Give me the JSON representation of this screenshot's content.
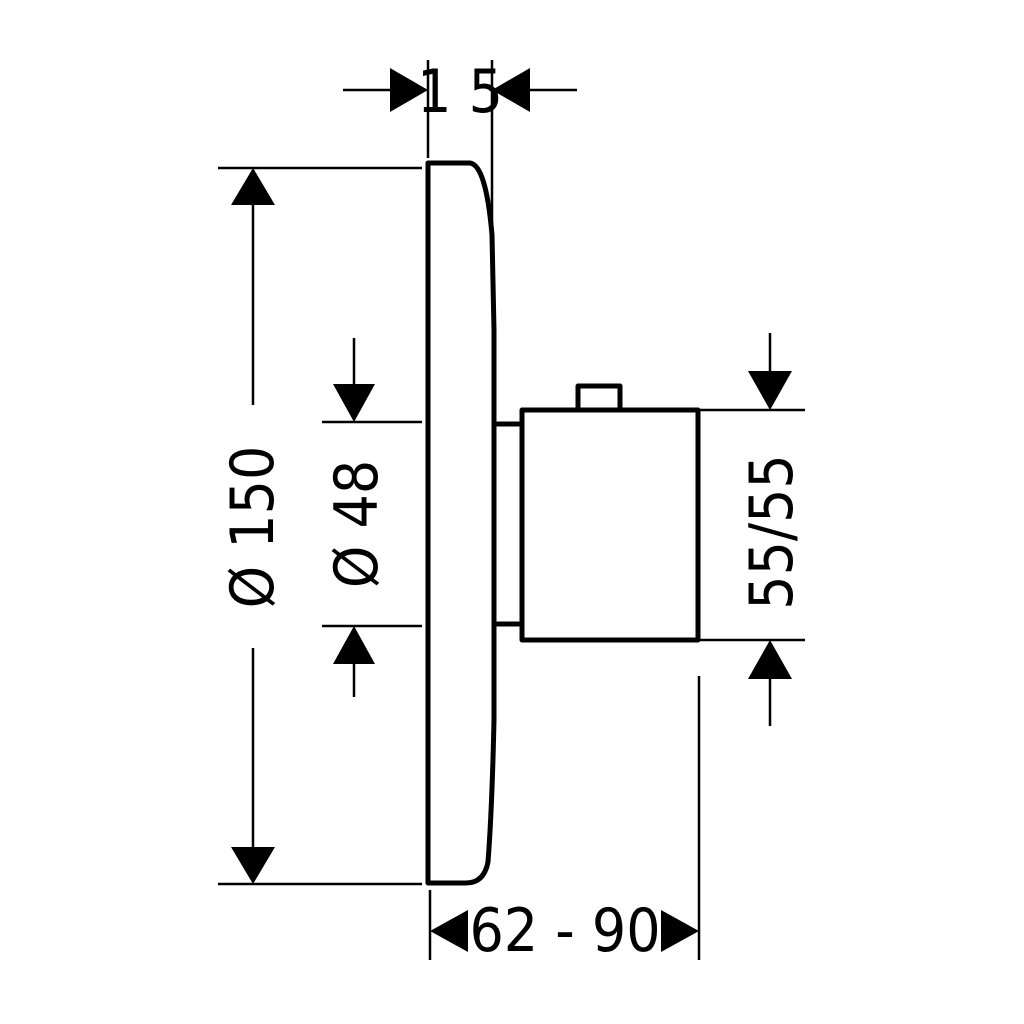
{
  "drawing": {
    "dimensions": {
      "depth_label": "1 5",
      "plate_diameter_label": "Ø 150",
      "hole_diameter_label": "Ø 48",
      "knob_size_label": "55/55",
      "projection_label": "62 - 90"
    },
    "colors": {
      "line": "#000000",
      "background": "#ffffff"
    }
  }
}
